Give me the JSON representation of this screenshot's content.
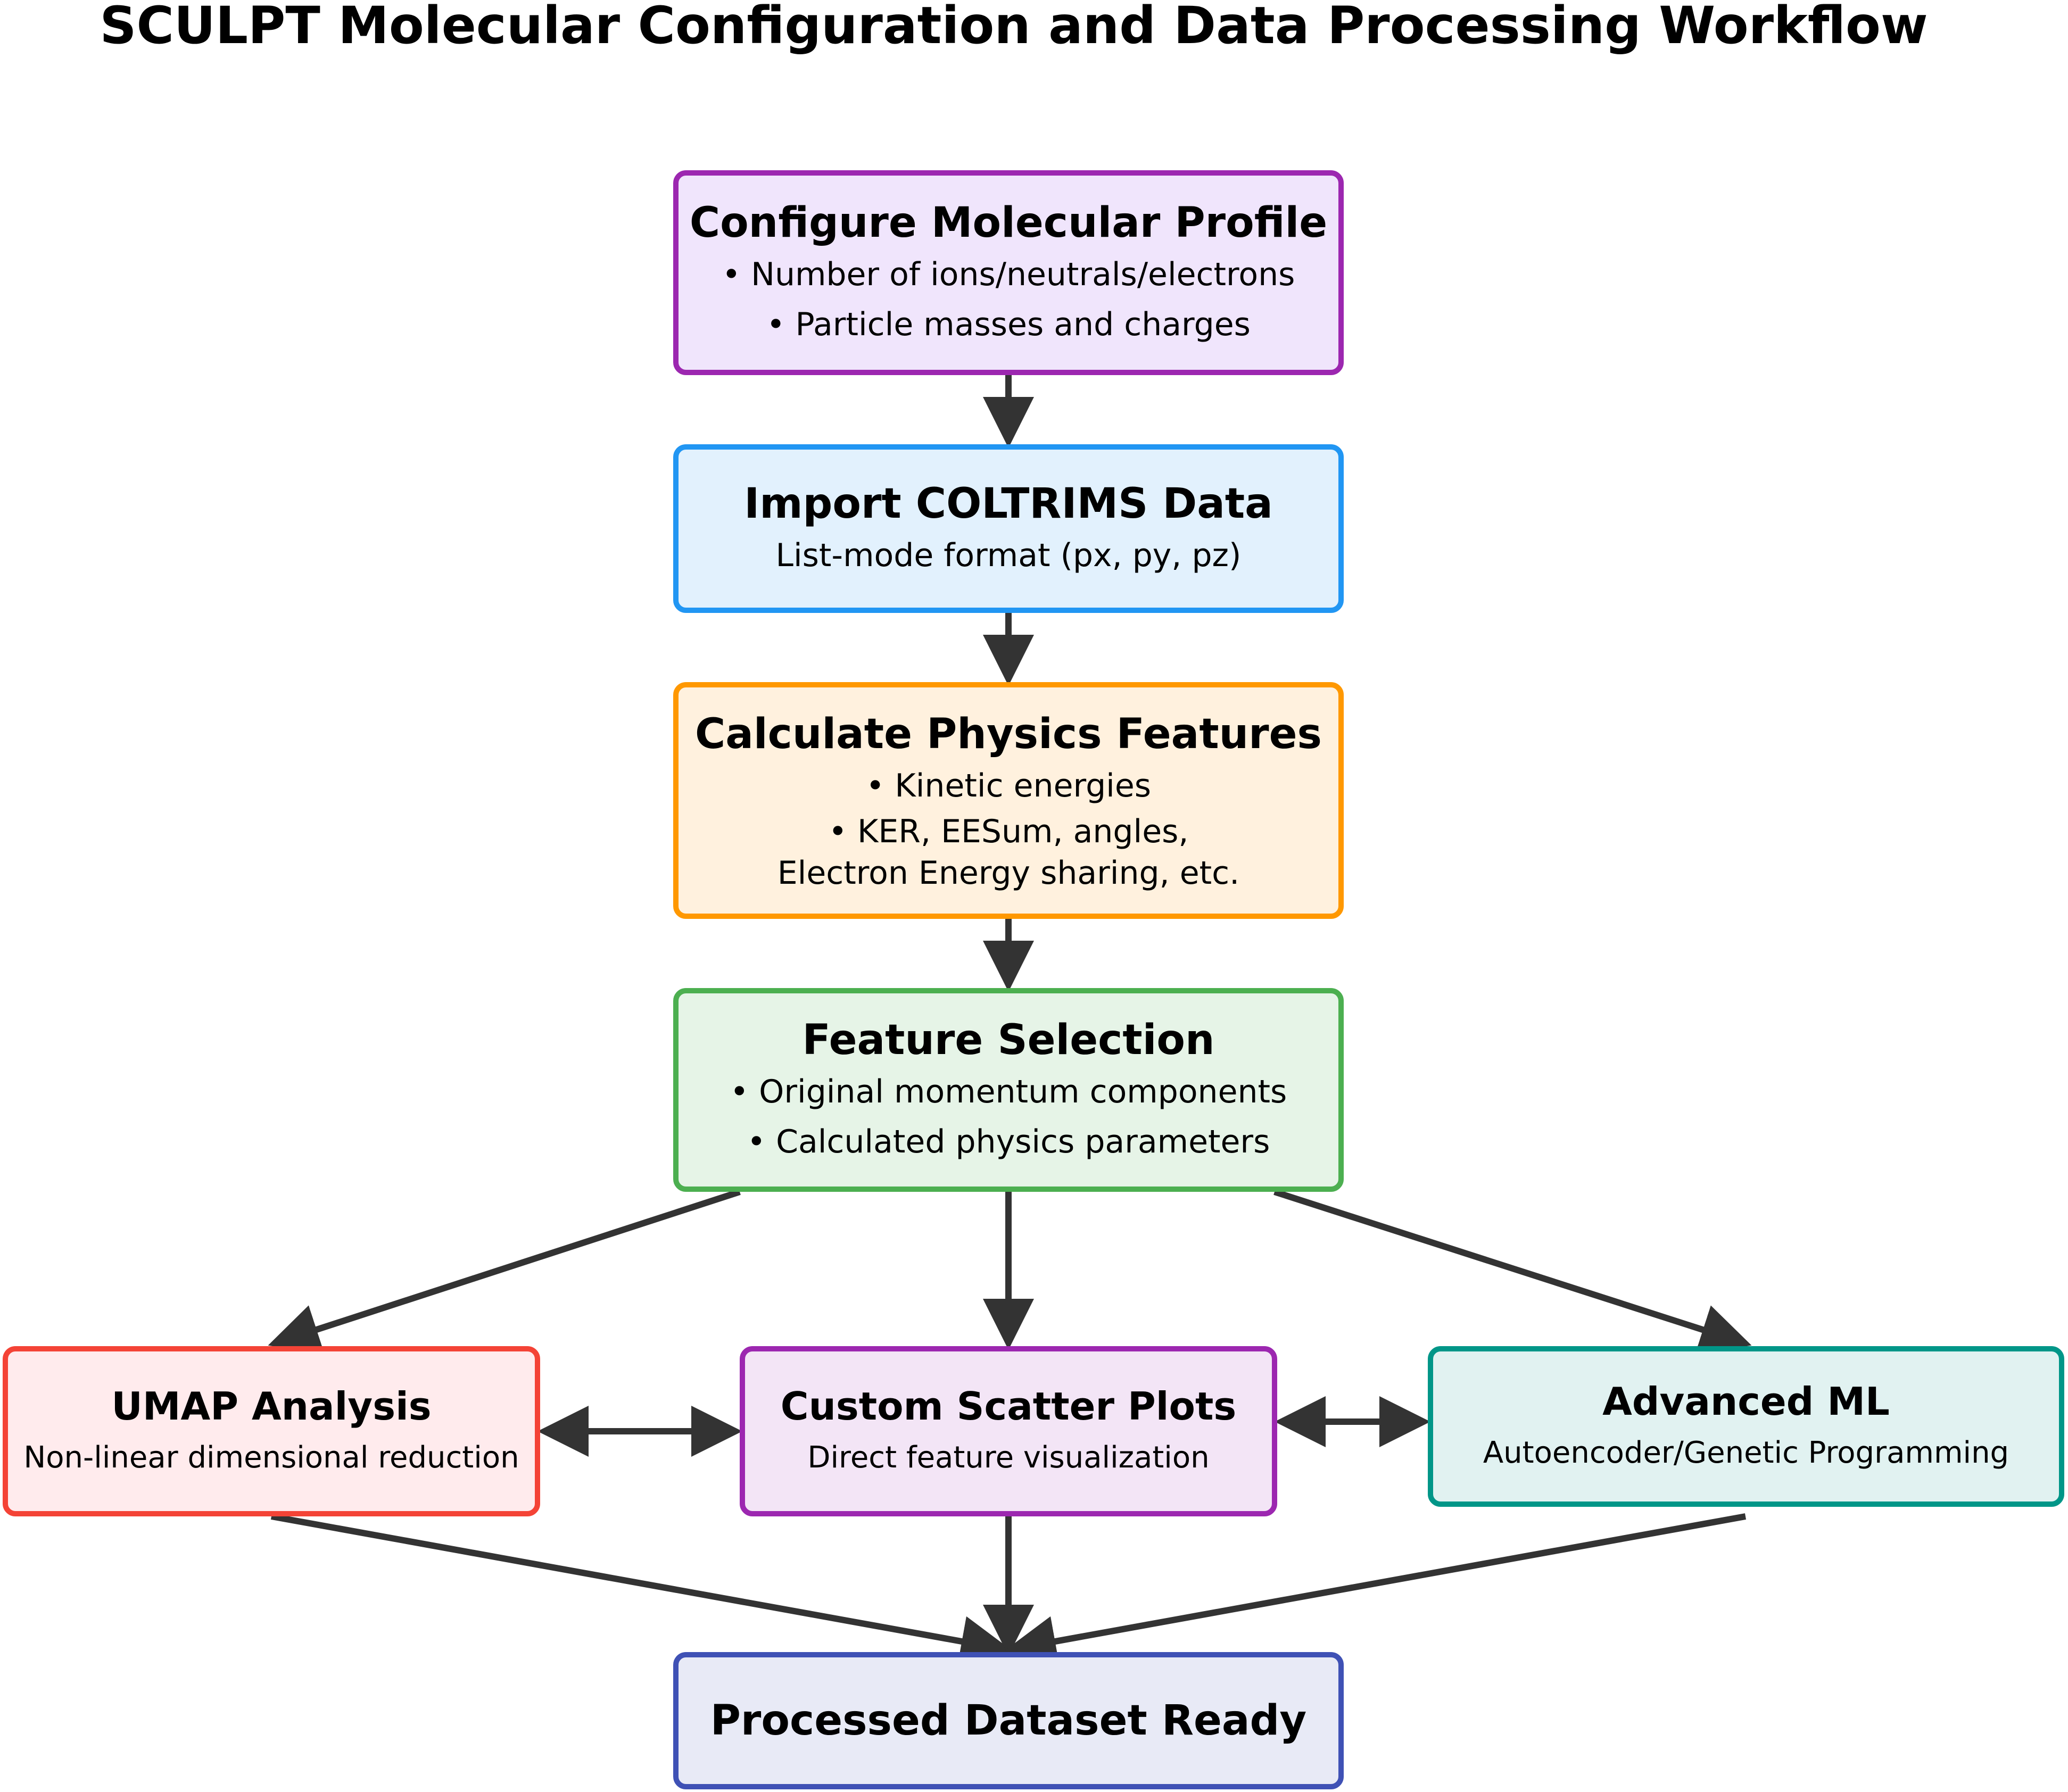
{
  "title": "SCULPT Molecular Configuration and Data Processing Workflow",
  "nodes": {
    "configure": {
      "title": "Configure Molecular Profile",
      "lines": [
        "• Number of ions/neutrals/electrons",
        "• Particle masses and charges"
      ]
    },
    "import": {
      "title": "Import COLTRIMS Data",
      "lines": [
        "List-mode format (px, py, pz)"
      ]
    },
    "calculate": {
      "title": "Calculate Physics Features",
      "lines": [
        "• Kinetic energies",
        "• KER, EESum, angles,",
        "Electron Energy sharing, etc."
      ]
    },
    "selection": {
      "title": "Feature Selection",
      "lines": [
        "• Original momentum components",
        "• Calculated physics parameters"
      ]
    },
    "umap": {
      "title": "UMAP Analysis",
      "lines": [
        "Non-linear dimensional reduction"
      ]
    },
    "scatter": {
      "title": "Custom Scatter Plots",
      "lines": [
        "Direct feature visualization"
      ]
    },
    "advanced": {
      "title": "Advanced ML",
      "lines": [
        "Autoencoder/Genetic Programming"
      ]
    },
    "processed": {
      "title": "Processed Dataset Ready",
      "lines": []
    }
  },
  "colors": {
    "arrow": "#333333",
    "configure_border": "#9c27b0",
    "import_border": "#2196f3",
    "calculate_border": "#ff9800",
    "selection_border": "#4caf50",
    "umap_border": "#f44336",
    "scatter_border": "#9c27b0",
    "advanced_border": "#009688",
    "processed_border": "#3f51b5"
  }
}
